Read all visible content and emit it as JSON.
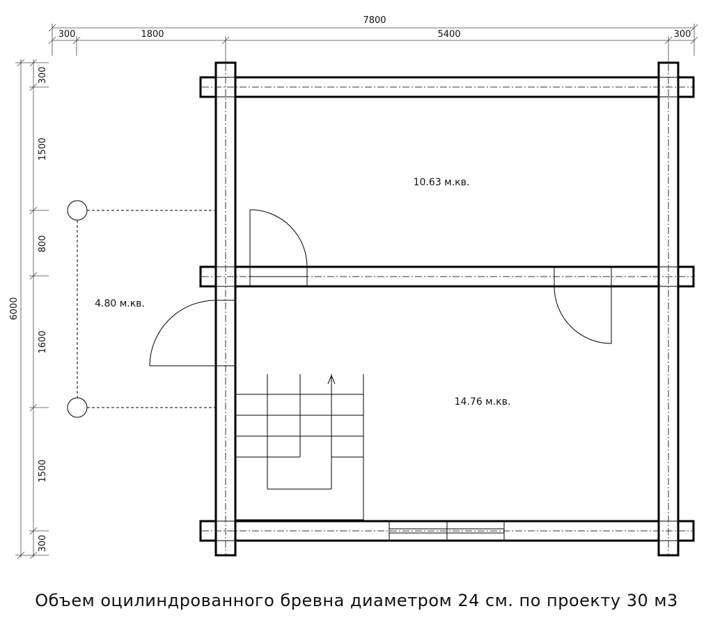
{
  "dimensions": {
    "top_total": "7800",
    "top_segments": [
      "300",
      "1800",
      "5400",
      "300"
    ],
    "left_total": "6000",
    "left_segments": [
      "300",
      "1500",
      "800",
      "1600",
      "1500",
      "300"
    ]
  },
  "rooms": [
    {
      "label": "10.63 м.кв."
    },
    {
      "label": "4.80 м.кв."
    },
    {
      "label": "14.76 м.кв."
    }
  ],
  "caption": "Объем оцилиндрованного бревна диаметром 24 см. по проекту 30 м3"
}
